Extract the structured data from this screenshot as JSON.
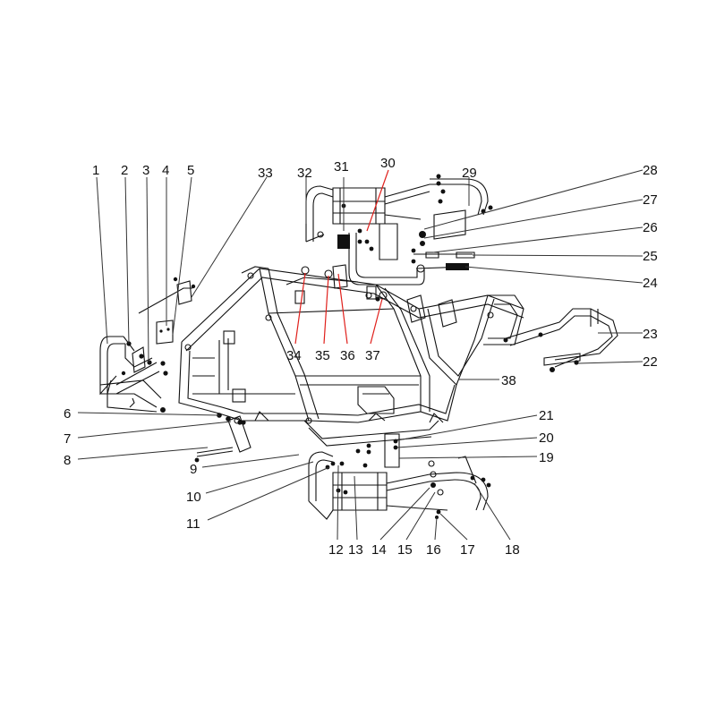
{
  "diagram": {
    "callout_numbers": [
      "1",
      "2",
      "3",
      "4",
      "5",
      "6",
      "7",
      "8",
      "9",
      "10",
      "11",
      "12",
      "13",
      "14",
      "15",
      "16",
      "17",
      "18",
      "19",
      "20",
      "21",
      "22",
      "23",
      "24",
      "25",
      "26",
      "27",
      "28",
      "29",
      "30",
      "31",
      "32",
      "33",
      "34",
      "35",
      "36",
      "37",
      "38"
    ]
  }
}
